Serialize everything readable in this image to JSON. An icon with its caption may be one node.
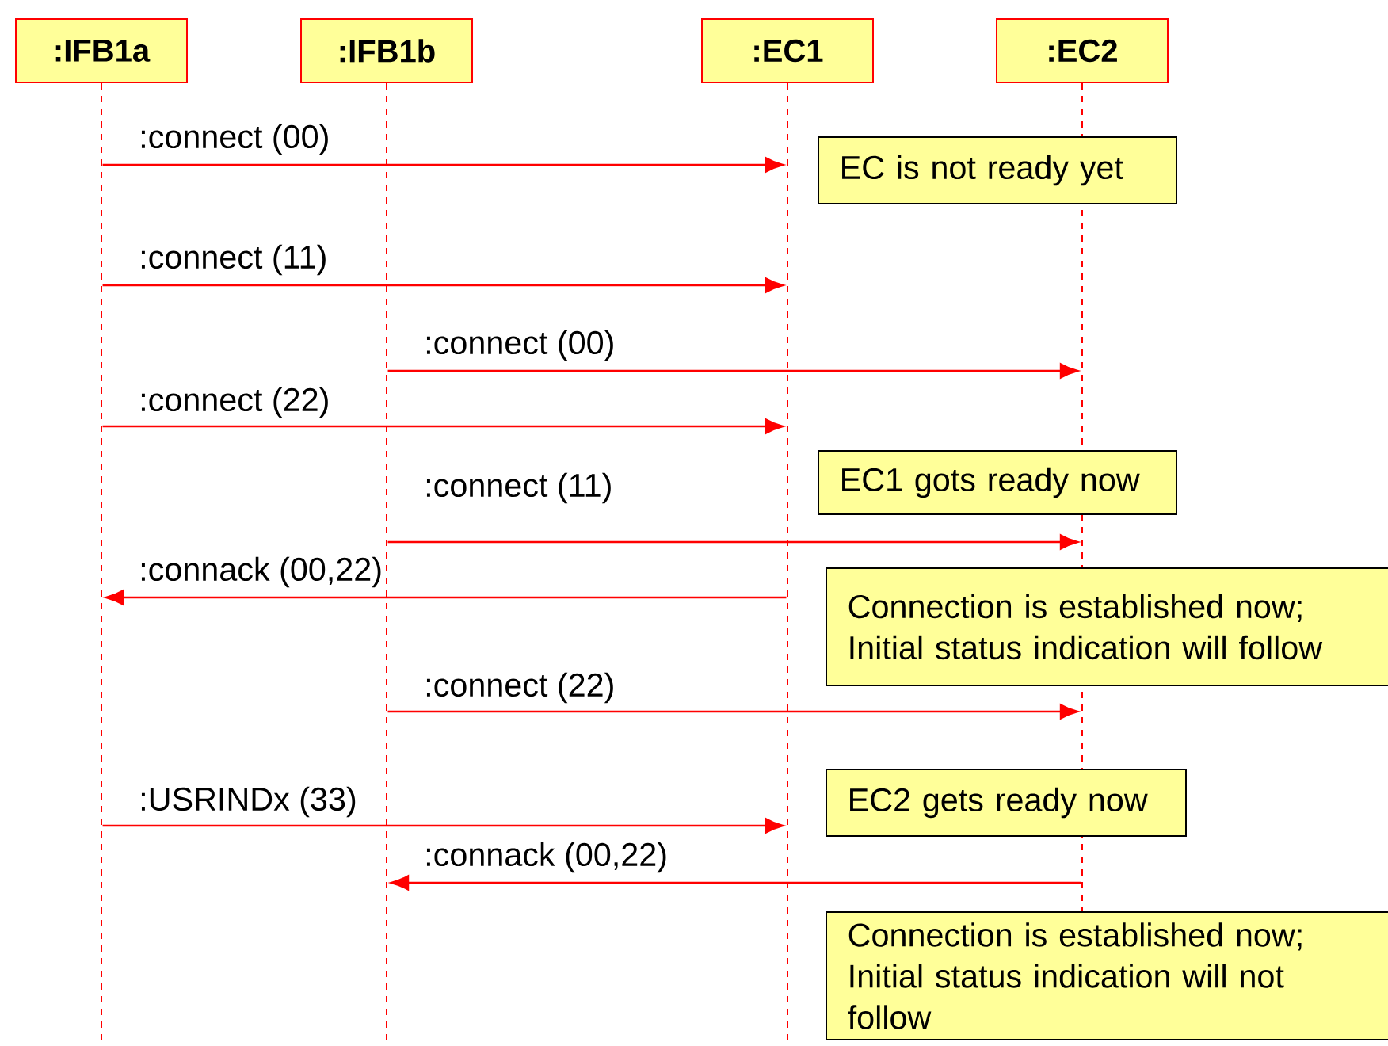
{
  "diagram": {
    "nodes": [
      {
        "text": [
          ":IFB1a"
        ]
      },
      {
        "text": [
          ":IFB1b"
        ]
      },
      {
        "text": [
          ":EC1"
        ]
      },
      {
        "text": [
          ":EC2"
        ]
      },
      {
        "text": [],
        "shape": "line"
      },
      {
        "text": [],
        "shape": "line"
      },
      {
        "text": [],
        "shape": "line"
      },
      {
        "text": [],
        "shape": "line"
      },
      {
        "text": [
          "EC is not ready yet"
        ]
      },
      {
        "text": [
          "EC1 gots ready now"
        ]
      },
      {
        "text": [
          "Connection is established now; Initial status indication will follow"
        ]
      },
      {
        "text": [
          "EC2 gets ready now"
        ]
      },
      {
        "text": [
          "Connection is established now; Initial status indication will not follow"
        ]
      }
    ],
    "edges": [
      {
        "from": 4,
        "to": 6,
        "arrow": "to",
        "label": ":connect (00)"
      },
      {
        "from": 4,
        "to": 6,
        "arrow": "to",
        "label": ":connect (11)"
      },
      {
        "from": 5,
        "to": 7,
        "arrow": "to",
        "label": ":connect (00)"
      },
      {
        "from": 4,
        "to": 6,
        "arrow": "to",
        "label": ":connect (22)"
      },
      {
        "from": 5,
        "to": 7,
        "arrow": "to",
        "label": ":connect (11)"
      },
      {
        "from": 6,
        "to": 4,
        "arrow": "to",
        "label": ":connack (00,22)"
      },
      {
        "from": 5,
        "to": 7,
        "arrow": "to",
        "label": ":connect (22)"
      },
      {
        "from": 4,
        "to": 6,
        "arrow": "to",
        "label": ":USRINDx (33)"
      },
      {
        "from": 7,
        "to": 5,
        "arrow": "to",
        "label": ":connack (00,22)"
      }
    ]
  }
}
